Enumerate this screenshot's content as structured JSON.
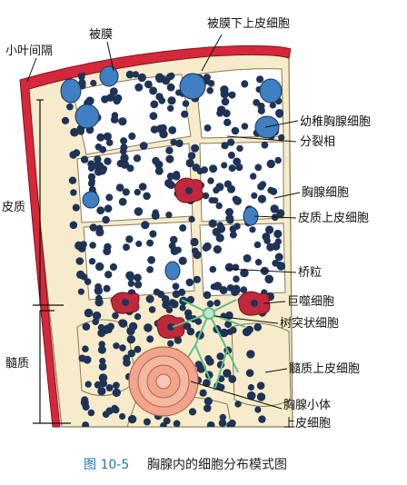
{
  "labels": {
    "capsule": "被膜",
    "subcapsular_epithelial": "被膜下上皮细胞",
    "interlobular_septum": "小叶间隔",
    "cortex": "皮质",
    "medulla": "髓质",
    "immature_thymocyte": "幼稚胸腺细胞",
    "mitotic_figure": "分裂相",
    "thymocyte": "胸腺细胞",
    "cortical_epithelial": "皮质上皮细胞",
    "bridging_granule": "桥粒",
    "macrophage": "巨噬细胞",
    "dendritic_cell": "树突状细胞",
    "medullary_epithelial": "髓质上皮细胞",
    "hassall_line1": "胸腺小体",
    "hassall_line2": "上皮细胞"
  },
  "caption": {
    "number": "图 10-5",
    "text": "胸腺内的细胞分布模式图"
  },
  "colors": {
    "capsule_red": "#d6283a",
    "epithelium_cream": "#f6eccb",
    "epithelium_outline": "#8a7a55",
    "lymphocyte_navy": "#1f3357",
    "nucleus_blue": "#3f7fc2",
    "macrophage_red": "#c0293b",
    "dendritic_green": "#5fbf8a",
    "hassall_pink": "#f0a58c",
    "caption_blue": "#1f74b8"
  }
}
